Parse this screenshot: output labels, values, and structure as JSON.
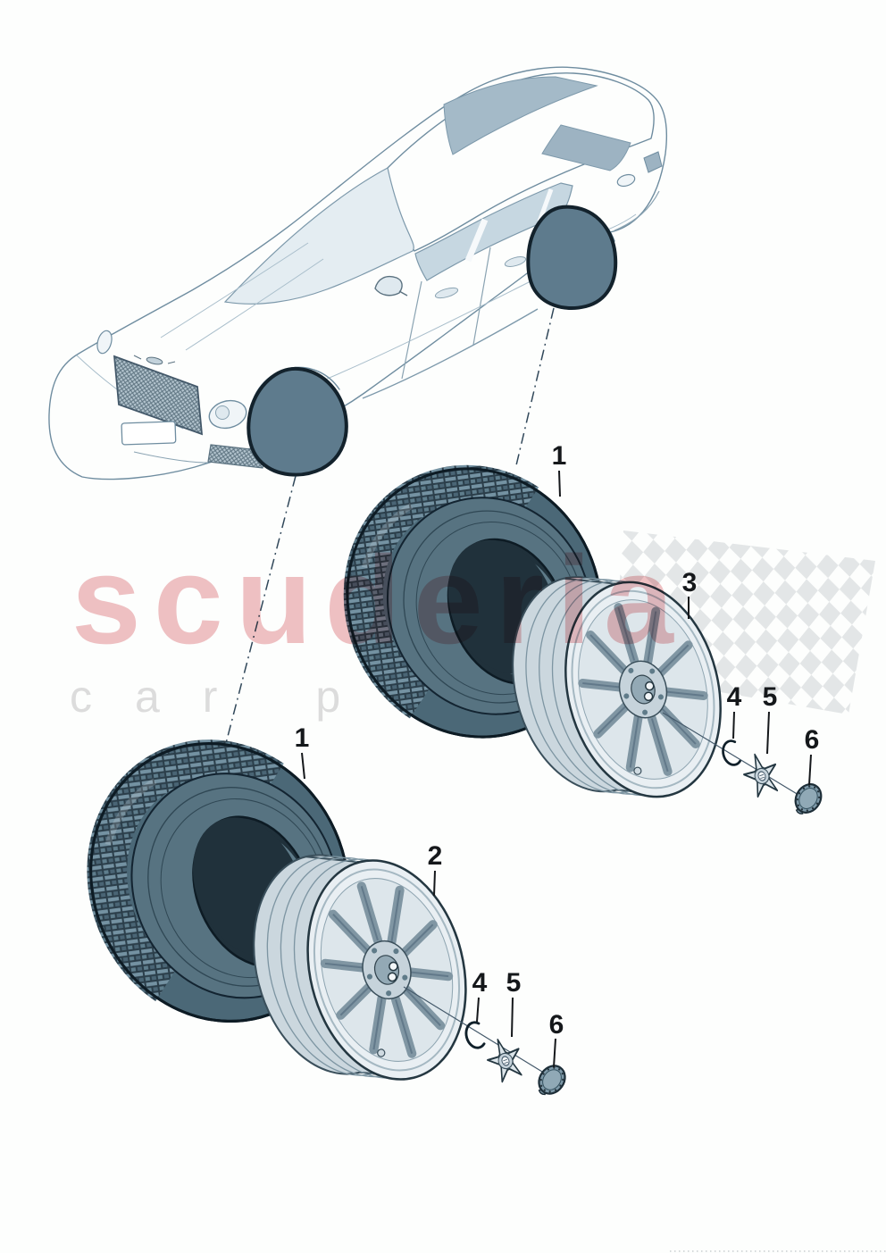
{
  "watermark": {
    "brand": "scuderia",
    "subtitle": "car p"
  },
  "callouts": {
    "rear_assembly": {
      "tyre": "1",
      "alloy_wheel": "3",
      "retaining_ring": "4",
      "spider_hub_cap": "5",
      "centre_cap": "6"
    },
    "front_assembly": {
      "tyre": "1",
      "alloy_wheel": "2",
      "retaining_ring": "4",
      "spider_hub_cap": "5",
      "centre_cap": "6"
    }
  },
  "colors": {
    "wheel_highlight": "#5e7b8d",
    "tyre_body": "#4b6877",
    "tyre_hole": "#20313b",
    "car_line": "#6f8da0",
    "watermark_pink": "#d03e46",
    "watermark_gray": "#dcdcdc",
    "checker_gray": "#e2e5e6",
    "callout_text": "#15181b"
  }
}
